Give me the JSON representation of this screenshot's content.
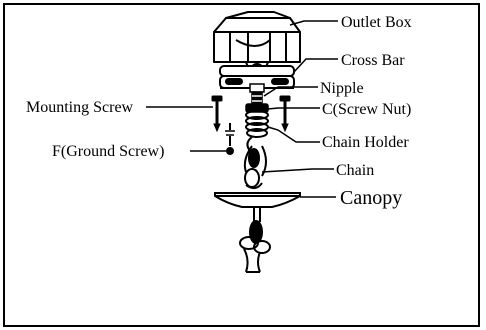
{
  "labels": {
    "outlet_box": "Outlet Box",
    "cross_bar": "Cross Bar",
    "nipple": "Nipple",
    "mounting_screw": "Mounting Screw",
    "screw_nut": "C(Screw Nut)",
    "ground_screw": "F(Ground Screw)",
    "chain_holder": "Chain Holder",
    "chain": "Chain",
    "canopy": "Canopy"
  },
  "colors": {
    "ink": "#000000",
    "paper": "#ffffff"
  }
}
